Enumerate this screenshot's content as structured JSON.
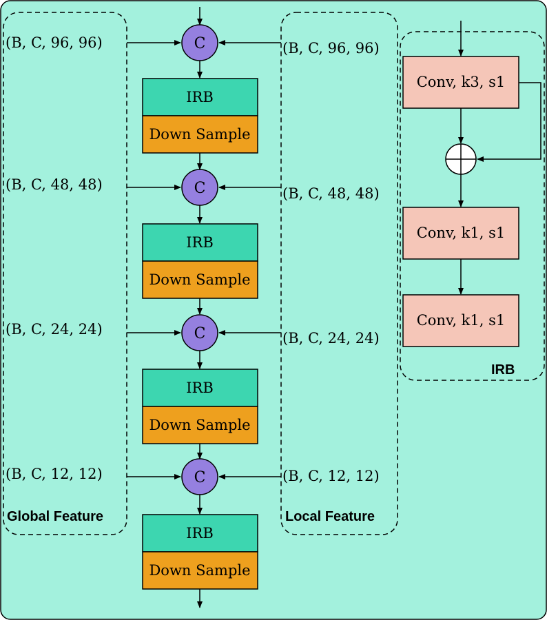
{
  "colors": {
    "background": "#a3f1dd",
    "irb_fill": "#3dd6b0",
    "down_fill": "#eea01e",
    "concat_fill": "#9580e0",
    "conv_fill": "#f5c6b8",
    "stroke": "#000000"
  },
  "concat_symbol": "C",
  "stages": [
    {
      "global_shape": "(B, C, 96, 96)",
      "local_shape": "(B, C, 96, 96)",
      "irb_label": "IRB",
      "down_label": "Down Sample"
    },
    {
      "global_shape": "(B, C, 48, 48)",
      "local_shape": "(B, C, 48, 48)",
      "irb_label": "IRB",
      "down_label": "Down Sample"
    },
    {
      "global_shape": "(B, C, 24, 24)",
      "local_shape": "(B, C, 24, 24)",
      "irb_label": "IRB",
      "down_label": "Down Sample"
    },
    {
      "global_shape": "(B, C, 12, 12)",
      "local_shape": "(B, C, 12, 12)",
      "irb_label": "IRB",
      "down_label": "Down Sample"
    }
  ],
  "global_group_label": "Global Feature",
  "local_group_label": "Local Feature",
  "irb_detail": {
    "title": "IRB",
    "conv1": "Conv, k3, s1",
    "conv2": "Conv, k1, s1",
    "conv3": "Conv, k1, s1"
  }
}
